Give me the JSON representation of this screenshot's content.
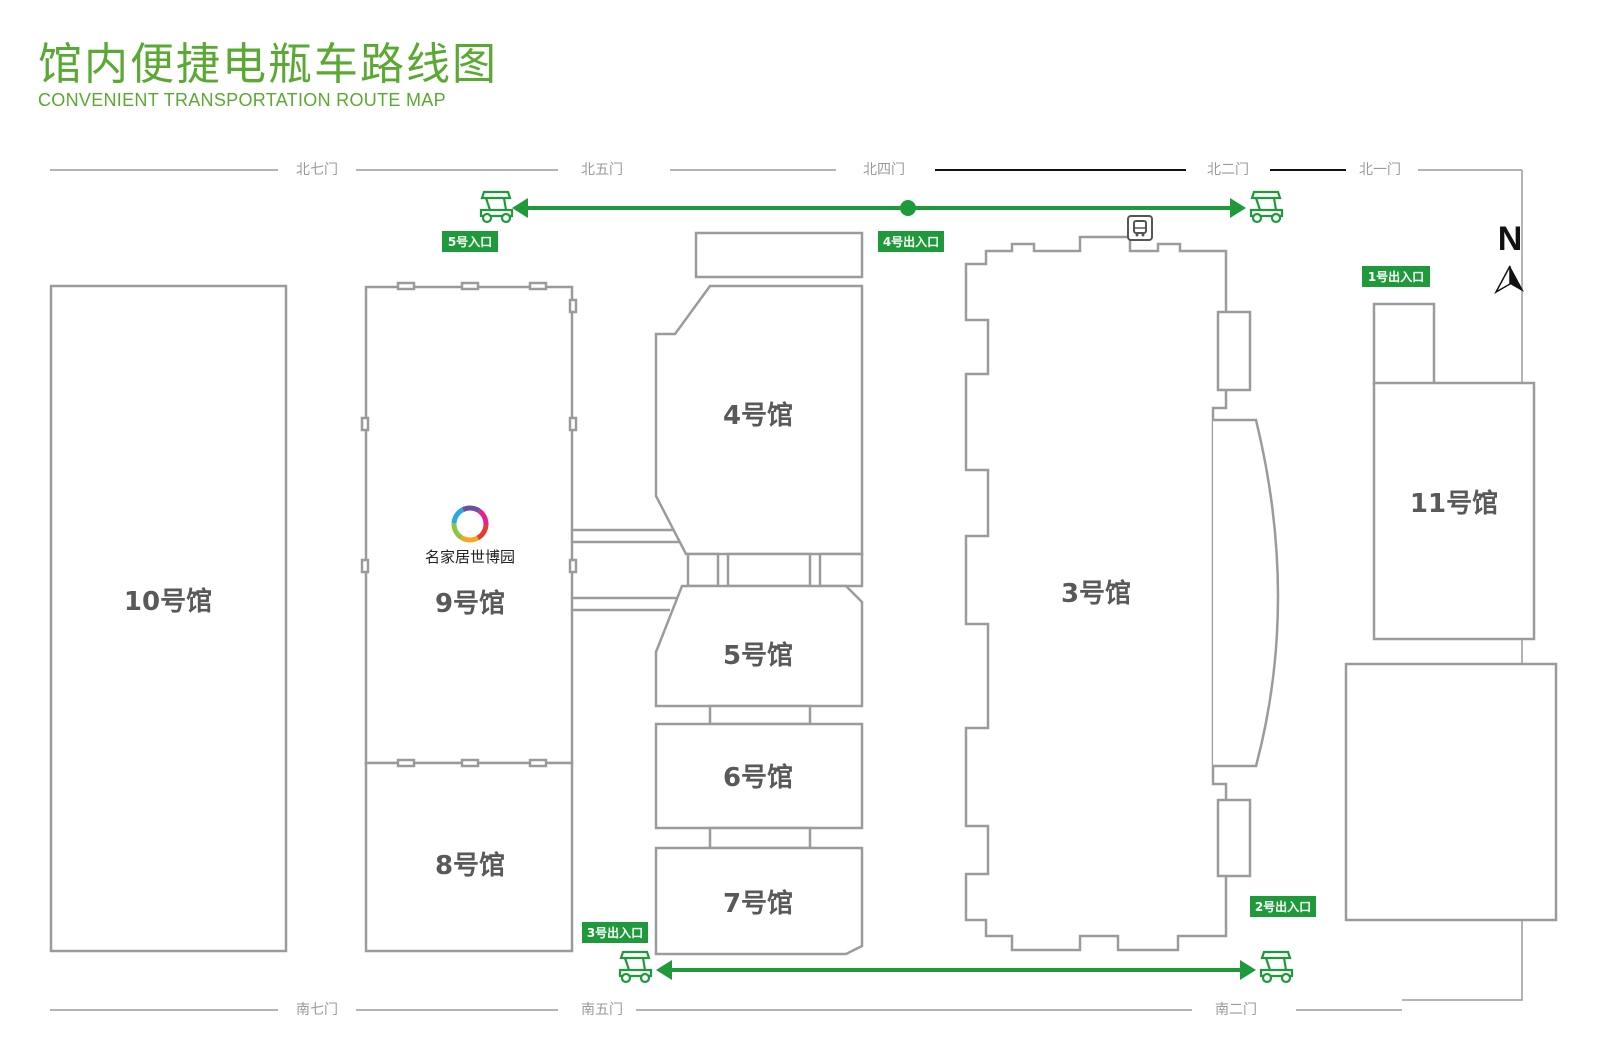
{
  "title": {
    "cn": "馆内便捷电瓶车路线图",
    "en": "CONVENIENT TRANSPORTATION ROUTE MAP"
  },
  "colors": {
    "route": "#1e9a3b",
    "building": "#9b9b9b",
    "hall_label": "#595959",
    "gate_label": "#9a9a9a",
    "title": "#5aa932"
  },
  "gates": {
    "north": [
      "北七门",
      "北五门",
      "北四门",
      "北二门",
      "北一门"
    ],
    "south": [
      "南七门",
      "南五门",
      "南二门"
    ]
  },
  "halls": {
    "h10": "10号馆",
    "h9": "9号馆",
    "h8": "8号馆",
    "h4": "4号馆",
    "h5": "5号馆",
    "h6": "6号馆",
    "h7": "7号馆",
    "h3": "3号馆",
    "h11": "11号馆"
  },
  "entrances": {
    "e5": "5号入口",
    "e4": "4号出入口",
    "e1": "1号出入口",
    "e3": "3号出入口",
    "e2": "2号出入口"
  },
  "logo": {
    "name": "名家居世博园",
    "icon": "rainbow-ring-logo-icon"
  },
  "compass": {
    "label": "N",
    "icon": "north-arrow-icon"
  },
  "icons": {
    "cart": "golf-cart-icon",
    "bus": "bus-stop-icon"
  }
}
